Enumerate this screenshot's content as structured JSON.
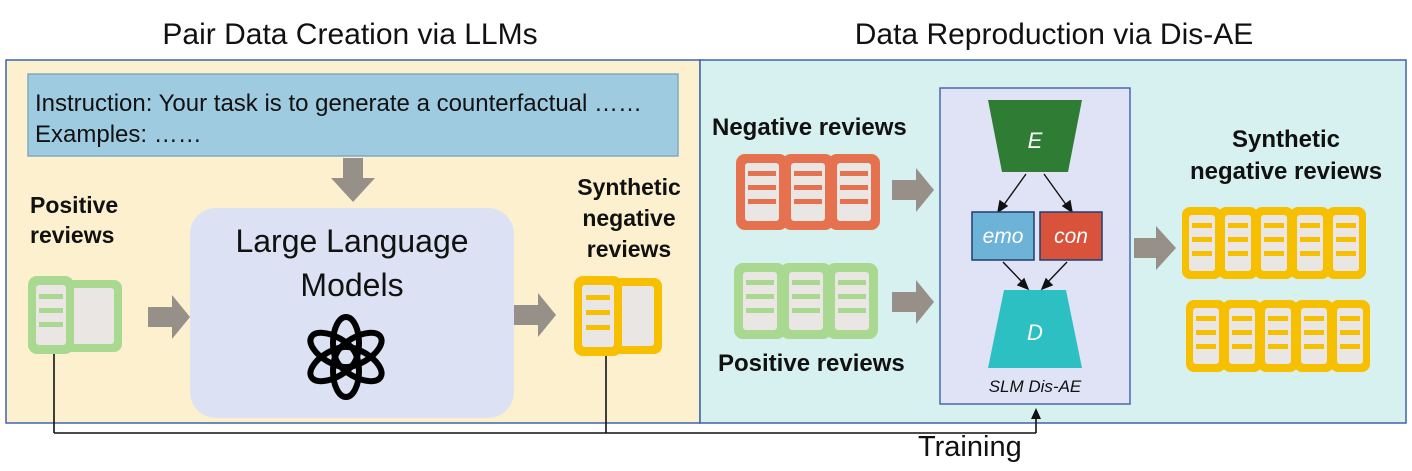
{
  "left_panel": {
    "title": "Pair Data Creation via LLMs",
    "instruction_line1": "Instruction: Your task is to generate a counterfactual ……",
    "instruction_line2": "Examples: ……",
    "positive_label_line1": "Positive",
    "positive_label_line2": "reviews",
    "llm_line1": "Large Language",
    "llm_line2": "Models",
    "synthetic_line1": "Synthetic",
    "synthetic_line2": "negative",
    "synthetic_line3": "reviews"
  },
  "right_panel": {
    "title": "Data Reproduction via Dis-AE",
    "negative_label": "Negative reviews",
    "positive_label": "Positive reviews",
    "encoder_label": "E",
    "decoder_label": "D",
    "emo_label": "emo",
    "con_label": "con",
    "model_caption": "SLM Dis-AE",
    "synthetic_line1": "Synthetic",
    "synthetic_line2": "negative reviews"
  },
  "training_label": "Training",
  "colors": {
    "left_bg": "#fdf0cf",
    "right_bg": "#d6f1ef",
    "border": "#3f63a8",
    "instruction_box": "#9fcbe1",
    "llm_box": "#dce2f3",
    "negative_doc": "#e5714f",
    "positive_doc": "#a9d890",
    "synthetic_doc": "#f6c000",
    "arrow": "#969089",
    "encoder": "#2f7d34",
    "decoder": "#2cc0c3",
    "emo": "#6db3d8",
    "con": "#d9533c",
    "model_panel": "#dfe3f5"
  }
}
